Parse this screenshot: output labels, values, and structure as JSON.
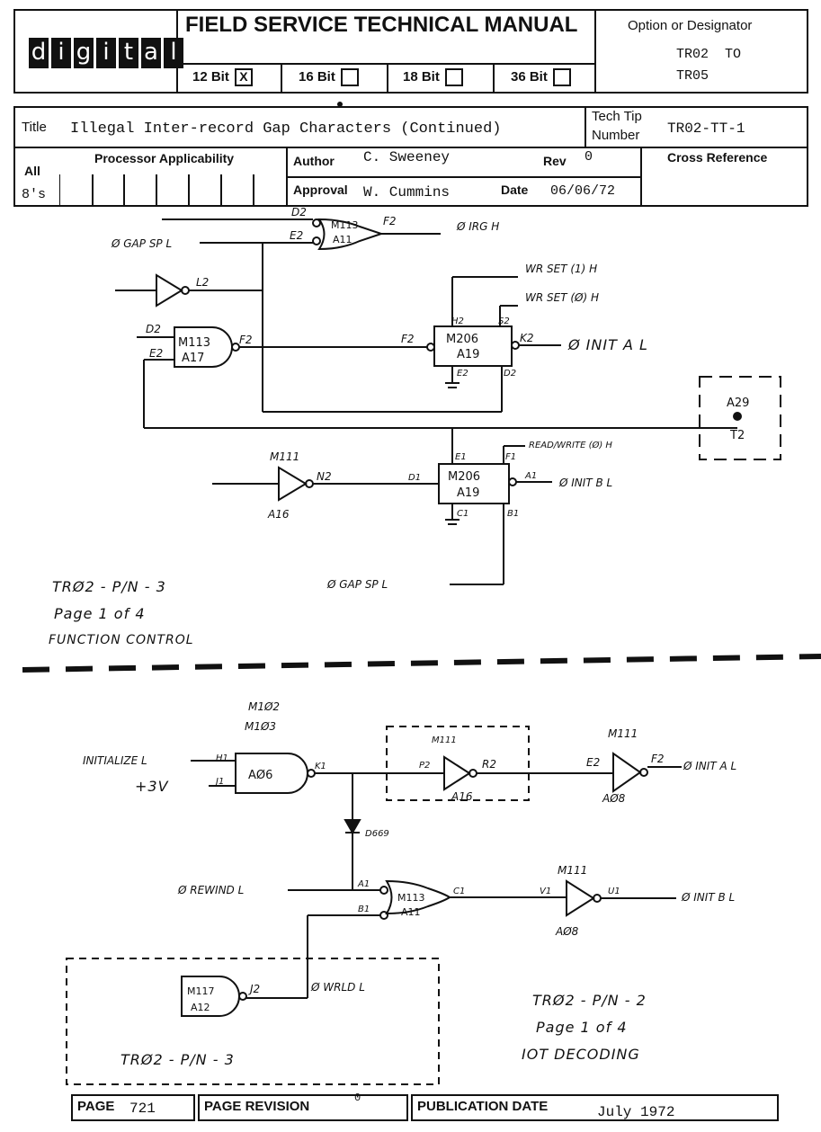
{
  "header": {
    "logo_letters": [
      "d",
      "i",
      "g",
      "i",
      "t",
      "a",
      "l"
    ],
    "manual_title": "FIELD SERVICE TECHNICAL MANUAL",
    "bit_options": [
      {
        "label": "12 Bit",
        "checked": "X"
      },
      {
        "label": "16 Bit",
        "checked": ""
      },
      {
        "label": "18 Bit",
        "checked": ""
      },
      {
        "label": "36 Bit",
        "checked": ""
      }
    ],
    "option_label": "Option or Designator",
    "option_value_1": "TR02  TO",
    "option_value_2": "TR05"
  },
  "info": {
    "title_label": "Title",
    "title_value": "Illegal Inter-record Gap Characters (Continued)",
    "tech_tip_label_1": "Tech Tip",
    "tech_tip_label_2": "Number",
    "tech_tip_value": "TR02-TT-1",
    "processor_label": "Processor Applicability",
    "all_label": "All",
    "all_value": "8's",
    "author_label": "Author",
    "author_value": "C. Sweeney",
    "rev_label": "Rev",
    "rev_value": "0",
    "cross_ref_label": "Cross Reference",
    "approval_label": "Approval",
    "approval_value": "W. Cummins",
    "date_label": "Date",
    "date_value": "06/06/72"
  },
  "diagram1": {
    "labels": {
      "gap_sp_in": "Ø GAP SP L",
      "irg_h": "Ø IRG H",
      "wr_set_1": "WR SET (1) H",
      "wr_set_0": "WR SET (Ø) H",
      "init_a": "Ø INIT A L",
      "init_b": "Ø INIT B L",
      "read_write": "READ/WRITE (Ø) H",
      "gap_sp_bottom": "Ø GAP SP L",
      "a29": "A29",
      "t2": "T2"
    },
    "gates": {
      "g1_type": "M113",
      "g1_loc": "A11",
      "g2_type": "M113",
      "g2_loc": "A17",
      "ff1_type": "M206",
      "ff1_loc": "A19",
      "ff2_type": "M206",
      "ff2_loc": "A19",
      "inv_type": "M111",
      "inv_loc": "A16"
    },
    "pins": {
      "g1_d": "D2",
      "g1_e": "E2",
      "g1_f": "F2",
      "l2": "L2",
      "g2_d": "D2",
      "g2_e": "E2",
      "g2_f": "F2",
      "ff1_h": "H2",
      "ff1_s": "S2",
      "ff1_f": "F2",
      "ff1_k": "K2",
      "ff1_e": "E2",
      "ff1_d": "D2",
      "ff2_e": "E1",
      "ff2_f": "F1",
      "ff2_d": "D1",
      "ff2_a": "A1",
      "ff2_c": "C1",
      "ff2_b": "B1",
      "inv_n": "N2"
    },
    "note_1": "TRØ2 - P/N - 3",
    "note_2": "Page 1 of 4",
    "note_3": "FUNCTION CONTROL"
  },
  "diagram2": {
    "chip_top_1": "M1Ø2",
    "chip_top_2": "M1Ø3",
    "labels": {
      "initialize": "INITIALIZE L",
      "plus3v": "+3V",
      "init_a": "Ø INIT A L",
      "rewind": "Ø REWIND L",
      "init_b": "Ø INIT B L",
      "wrld": "Ø WRLD L",
      "diode": "D669"
    },
    "gates": {
      "and_loc": "AØ6",
      "inv1_type": "M111",
      "inv1_loc": "A16",
      "inv2_type": "M111",
      "inv2_loc": "AØ8",
      "or_type": "M113",
      "or_loc": "A11",
      "inv3_type": "M111",
      "inv3_loc": "AØ8",
      "m117_type": "M117",
      "m117_loc": "A12"
    },
    "pins": {
      "h1": "H1",
      "j1": "J1",
      "k1": "K1",
      "p2": "P2",
      "r2": "R2",
      "e2": "E2",
      "f2": "F2",
      "a1": "A1",
      "b1": "B1",
      "c1": "C1",
      "v1": "V1",
      "u1": "U1",
      "j2": "J2"
    },
    "note_inner": "TRØ2 - P/N - 3",
    "note_1": "TRØ2 - P/N - 2",
    "note_2": "Page 1 of 4",
    "note_3": "IOT DECODING"
  },
  "footer": {
    "page_label": "PAGE",
    "page_value": "721",
    "revision_label": "PAGE REVISION",
    "revision_value": "0",
    "pubdate_label": "PUBLICATION DATE",
    "pubdate_value": "July 1972"
  }
}
